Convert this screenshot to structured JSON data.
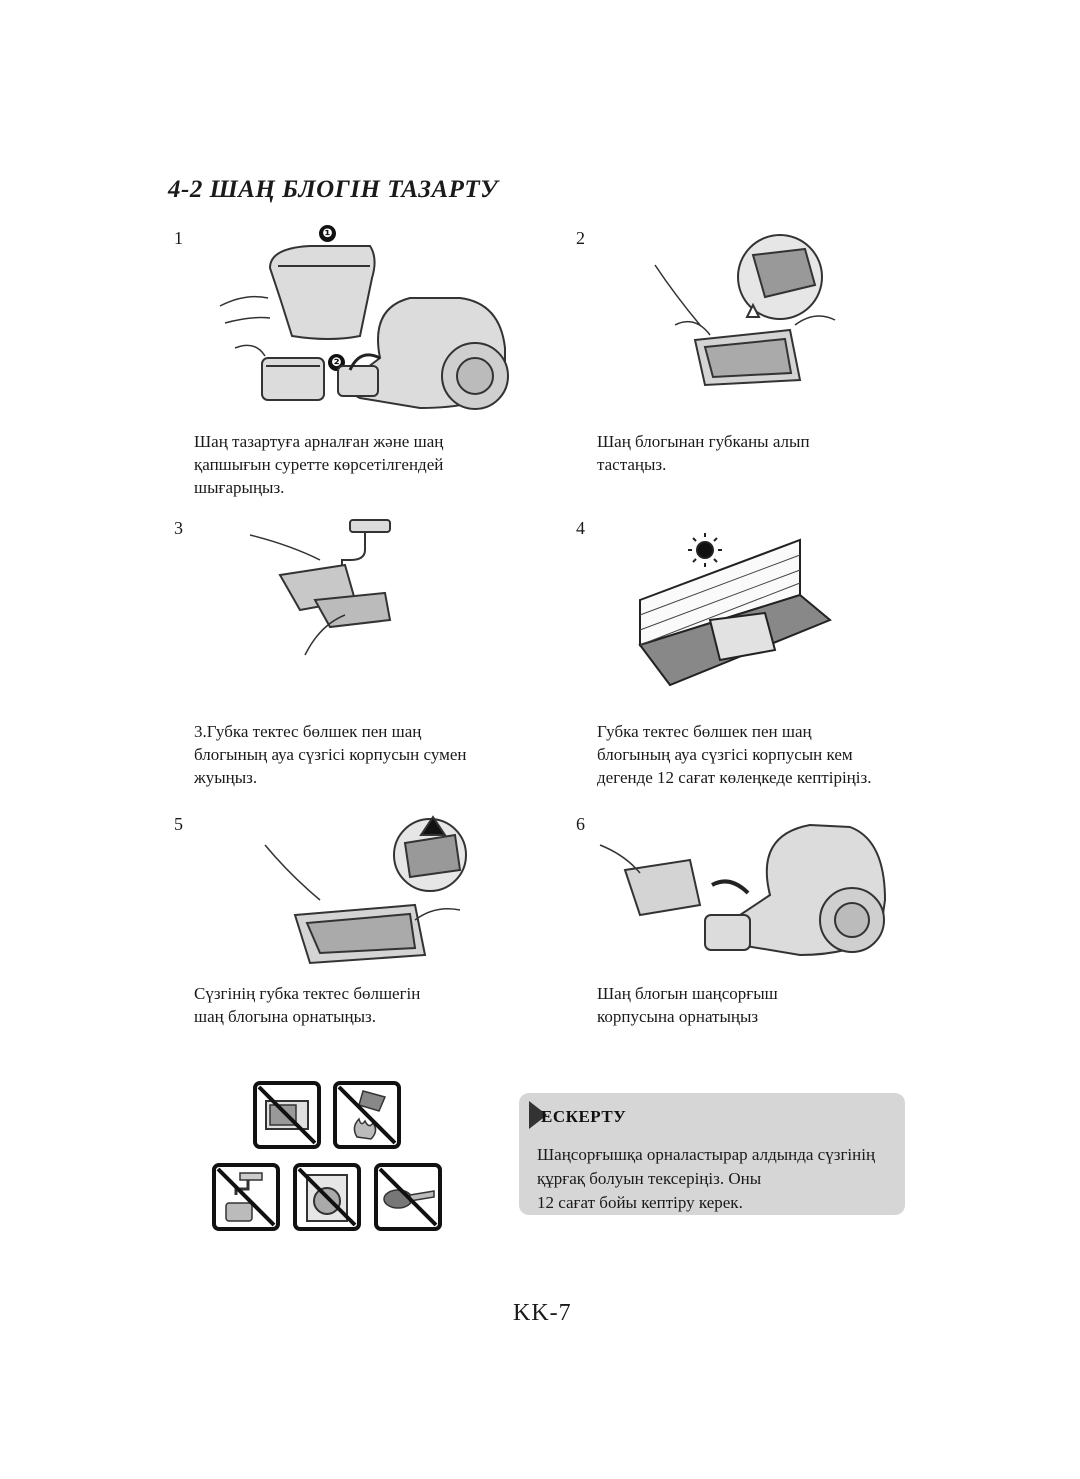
{
  "section_title": "4-2 ШАҢ БЛОГІН ТАЗАРТУ",
  "steps": [
    {
      "number": "1",
      "lines": [
        "Шаң тазартуға арналған және шаң",
        "қапшығын суретте көрсетілгендей",
        "шығарыңыз."
      ]
    },
    {
      "number": "2",
      "lines": [
        "Шаң блогынан губканы алып",
        "тастаңыз."
      ]
    },
    {
      "number": "3",
      "lines": [
        "3.Губка тектес бөлшек пен шаң",
        "блогының ауа сүзгісі корпусын сумен",
        "жуыңыз."
      ]
    },
    {
      "number": "4",
      "lines": [
        "Губка тектес бөлшек пен шаң",
        "блогының ауа сүзгісі корпусын кем",
        "дегенде 12 сағат көлеңкеде кептіріңіз."
      ]
    },
    {
      "number": "5",
      "lines": [
        "Сүзгінің губка тектес бөлшегін",
        "шаң блогына орнатыңыз."
      ]
    },
    {
      "number": "6",
      "lines": [
        "Шаң блогын шаңсорғыш",
        "корпусына орнатыңыз"
      ]
    }
  ],
  "callouts": {
    "first": "❶",
    "second": "❷"
  },
  "note": {
    "title": "ЕСКЕРТУ",
    "lines": [
      "Шаңсорғышқа орналастырар алдында сүзгінің",
      "құрғақ болуын тексеріңіз. Оны",
      "12 сағат бойы кептіру керек."
    ]
  },
  "prohibited_icons": [
    "no-microwave-icon",
    "no-fire-icon",
    "no-tap-water-icon",
    "no-washing-machine-icon",
    "no-brush-icon"
  ],
  "page_number": "KK-7"
}
